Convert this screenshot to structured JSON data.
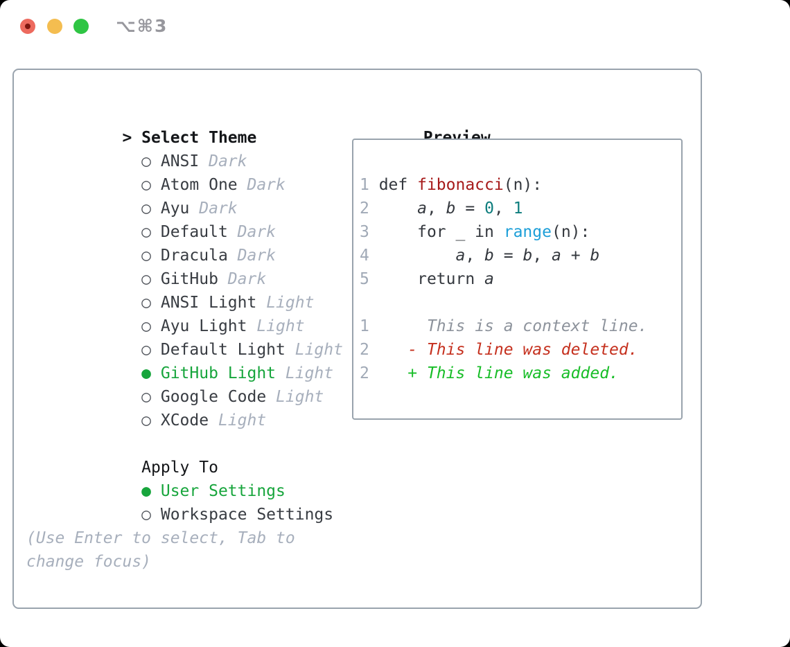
{
  "window": {
    "title": "⌥⌘3",
    "traffic_lights": [
      "close",
      "minimize",
      "zoom"
    ]
  },
  "colors": {
    "accent_green": "#17a53c",
    "added_green": "#17bd27",
    "deleted_red": "#c5301e",
    "function_red": "#a61a1a",
    "number_teal": "#0d7d7d",
    "builtin_blue": "#1d9fd8",
    "muted_gray": "#a7afbc",
    "border_gray": "#99a3ad",
    "traffic_red": "#ed6a5e",
    "traffic_yellow": "#f4bd50",
    "traffic_green": "#2fc544"
  },
  "theme_list": {
    "header_prefix": ">",
    "header": "Select Theme",
    "items": [
      {
        "marker": "○",
        "name": "ANSI",
        "variant_label": "Dark",
        "state_class": ""
      },
      {
        "marker": "○",
        "name": "Atom One",
        "variant_label": "Dark",
        "state_class": ""
      },
      {
        "marker": "○",
        "name": "Ayu",
        "variant_label": "Dark",
        "state_class": ""
      },
      {
        "marker": "○",
        "name": "Default",
        "variant_label": "Dark",
        "state_class": ""
      },
      {
        "marker": "○",
        "name": "Dracula",
        "variant_label": "Dark",
        "state_class": ""
      },
      {
        "marker": "○",
        "name": "GitHub",
        "variant_label": "Dark",
        "state_class": ""
      },
      {
        "marker": "○",
        "name": "ANSI Light",
        "variant_label": "Light",
        "state_class": ""
      },
      {
        "marker": "○",
        "name": "Ayu Light",
        "variant_label": "Light",
        "state_class": ""
      },
      {
        "marker": "○",
        "name": "Default Light",
        "variant_label": "Light",
        "state_class": ""
      },
      {
        "marker": "●",
        "name": "GitHub Light",
        "variant_label": "Light",
        "state_class": "selected"
      },
      {
        "marker": "○",
        "name": "Google Code",
        "variant_label": "Light",
        "state_class": ""
      },
      {
        "marker": "○",
        "name": "XCode",
        "variant_label": "Light",
        "state_class": ""
      }
    ]
  },
  "apply_to": {
    "header": "Apply To",
    "options": [
      {
        "marker": "●",
        "name": "User Settings",
        "state_class": "selected"
      },
      {
        "marker": "○",
        "name": "Workspace Settings",
        "state_class": ""
      }
    ]
  },
  "hint": {
    "line1": "(Use Enter to select, Tab to",
    "line2": "change focus)"
  },
  "preview": {
    "header": "Preview",
    "lines": [
      [
        {
          "t": "1 ",
          "c": "ln"
        },
        {
          "t": "def ",
          "c": "pl"
        },
        {
          "t": "fibonacci",
          "c": "fn"
        },
        {
          "t": "(n):",
          "c": "pl"
        }
      ],
      [
        {
          "t": "2 ",
          "c": "ln"
        },
        {
          "t": "    ",
          "c": "pl"
        },
        {
          "t": "a",
          "c": "var"
        },
        {
          "t": ", ",
          "c": "pl"
        },
        {
          "t": "b",
          "c": "var"
        },
        {
          "t": " = ",
          "c": "pl"
        },
        {
          "t": "0",
          "c": "num"
        },
        {
          "t": ", ",
          "c": "pl"
        },
        {
          "t": "1",
          "c": "num"
        }
      ],
      [
        {
          "t": "3 ",
          "c": "ln"
        },
        {
          "t": "    for _ in ",
          "c": "pl"
        },
        {
          "t": "range",
          "c": "bi"
        },
        {
          "t": "(n):",
          "c": "pl"
        }
      ],
      [
        {
          "t": "4 ",
          "c": "ln"
        },
        {
          "t": "        ",
          "c": "pl"
        },
        {
          "t": "a",
          "c": "var"
        },
        {
          "t": ", ",
          "c": "pl"
        },
        {
          "t": "b",
          "c": "var"
        },
        {
          "t": " = ",
          "c": "pl"
        },
        {
          "t": "b",
          "c": "var"
        },
        {
          "t": ", ",
          "c": "pl"
        },
        {
          "t": "a",
          "c": "var"
        },
        {
          "t": " + ",
          "c": "pl"
        },
        {
          "t": "b",
          "c": "var"
        }
      ],
      [
        {
          "t": "5 ",
          "c": "ln"
        },
        {
          "t": "    return ",
          "c": "pl"
        },
        {
          "t": "a",
          "c": "var"
        }
      ],
      [],
      [
        {
          "t": "1",
          "c": "ln"
        },
        {
          "t": "      ",
          "c": "pl"
        },
        {
          "t": "This is a context line.",
          "c": "ctx"
        }
      ],
      [
        {
          "t": "2",
          "c": "ln"
        },
        {
          "t": "    ",
          "c": "pl"
        },
        {
          "t": "- This line was deleted.",
          "c": "del"
        }
      ],
      [
        {
          "t": "2",
          "c": "ln"
        },
        {
          "t": "    ",
          "c": "pl"
        },
        {
          "t": "+ This line was added.",
          "c": "add"
        }
      ]
    ]
  }
}
